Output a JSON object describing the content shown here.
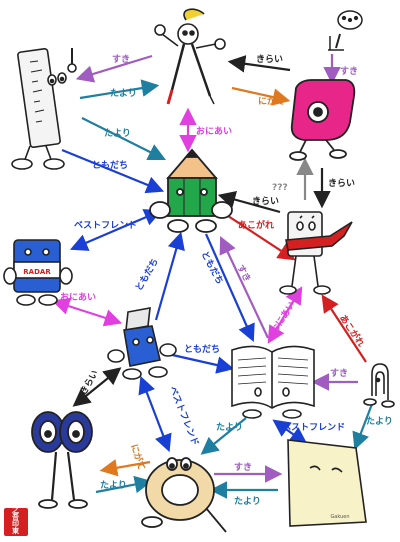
{
  "colors": {
    "like": "#a05cc0",
    "friend": "#1a3fd4",
    "hate": "#e07820",
    "dislike": "#222222",
    "admire": "#d42020",
    "rely": "#1f7fa0",
    "siblings": "#e040e0",
    "best": "#1a3fd4",
    "unknown": "#888888"
  },
  "characters": {
    "ruler": "ruler",
    "compass": "compass",
    "pencil": "pencil",
    "sharpener": "pencil-sharpener",
    "eraser": "eraser",
    "paintbrush": "paintbrush",
    "cutter": "cutter-knife",
    "book": "notebook",
    "clip": "paper-clip",
    "scissors": "scissors",
    "tape": "tape",
    "paper": "paper"
  },
  "labels": {
    "suki": "すき",
    "tayori": "たより",
    "kirai": "きらい",
    "nigate": "にがて",
    "oniai": "おにあい",
    "tomodachi": "ともだち",
    "akogare": "あこがれ",
    "bestfriend": "ベストフレンド",
    "unknown": "???"
  },
  "paper_sign": "Gakuen",
  "eraser_brand": "RADAR",
  "stamp_text": "之吾印東"
}
